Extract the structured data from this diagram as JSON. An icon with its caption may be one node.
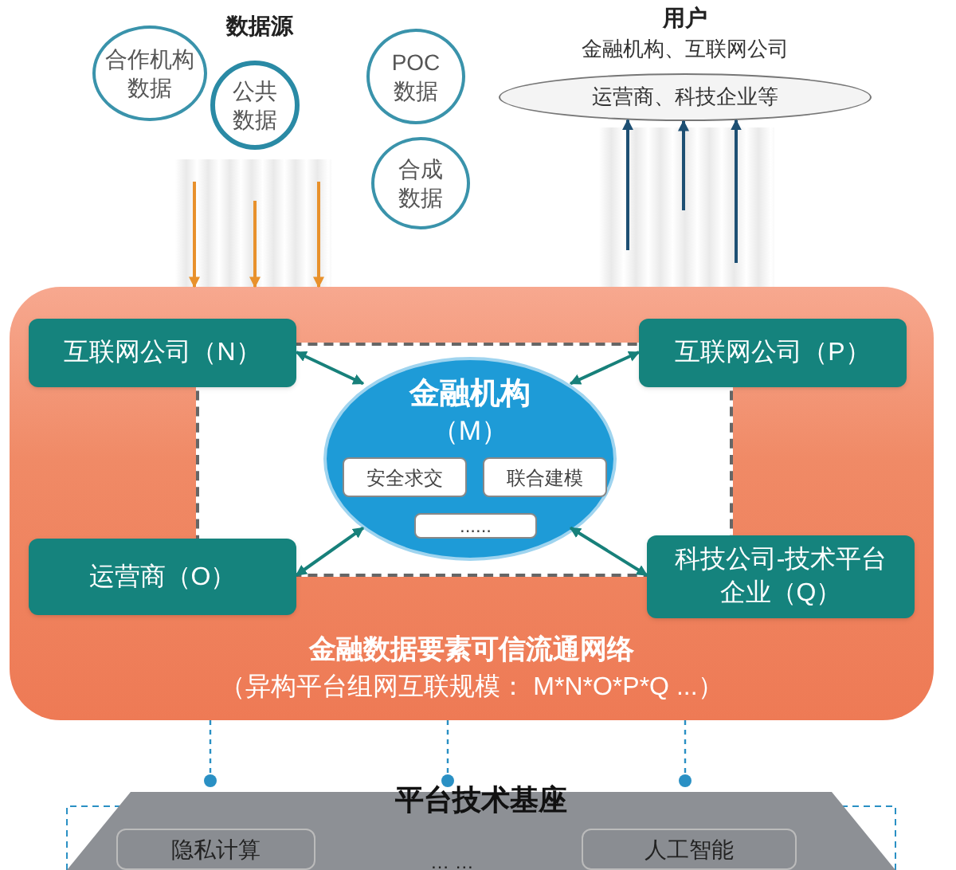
{
  "diagram": {
    "nodes": [
      {
        "text": [
          "合作机构数据"
        ]
      },
      {
        "text": [
          "公共数据"
        ]
      },
      {
        "text": [
          "POC数据"
        ]
      },
      {
        "text": [
          "合成数据"
        ]
      },
      {
        "text": [
          "用户",
          "金融机构、互联网公司",
          "运营商、科技企业等"
        ]
      },
      {
        "text": [
          "金融数据要素可信流通网络",
          "（异构平台组网互联规模： M*N*O*P*Q ...）"
        ]
      },
      {
        "text": [],
        "shape": "box",
        "in": 5
      },
      {
        "text": [
          "互联网公司（N）"
        ],
        "in": 5
      },
      {
        "text": [
          "互联网公司（P）"
        ],
        "in": 5
      },
      {
        "text": [
          "金融机构",
          "（M）"
        ],
        "in": 6
      },
      {
        "text": [
          "安全求交"
        ],
        "in": 9
      },
      {
        "text": [
          "联合建模"
        ],
        "in": 9
      },
      {
        "text": [
          "......"
        ],
        "in": 9
      },
      {
        "text": [
          "运营商（O）"
        ],
        "in": 5
      },
      {
        "text": [
          "科技公司-技术平台企业（Q）"
        ],
        "in": 5
      },
      {
        "text": [
          "平台技术基座"
        ]
      },
      {
        "text": [
          "隐私计算"
        ],
        "in": 15
      },
      {
        "text": [
          "人工智能"
        ],
        "in": 15
      }
    ],
    "edges": [
      {
        "from": 7,
        "to": 9,
        "arrow": "both"
      },
      {
        "from": 8,
        "to": 9,
        "arrow": "both"
      },
      {
        "from": 13,
        "to": 9,
        "arrow": "both"
      },
      {
        "from": 14,
        "to": 9,
        "arrow": "both"
      },
      {
        "from": null,
        "to": 5,
        "arrow": "to",
        "color": "#e8912c"
      },
      {
        "from": null,
        "to": 5,
        "arrow": "to",
        "color": "#e8912c"
      },
      {
        "from": null,
        "to": 5,
        "arrow": "to",
        "color": "#e8912c"
      },
      {
        "from": null,
        "to": 4,
        "arrow": "to",
        "color": "#1d4f73"
      },
      {
        "from": null,
        "to": 4,
        "arrow": "to",
        "color": "#1d4f73"
      },
      {
        "from": null,
        "to": 4,
        "arrow": "to",
        "color": "#1d4f73"
      },
      {
        "from": 5,
        "to": 15,
        "arrow": "other",
        "style": "dashed",
        "color": "#2a90c4"
      },
      {
        "from": 5,
        "to": 15,
        "arrow": "other",
        "style": "dashed",
        "color": "#2a90c4"
      },
      {
        "from": 5,
        "to": 15,
        "arrow": "other",
        "style": "dashed",
        "color": "#2a90c4"
      }
    ],
    "labels": [
      "数据源",
      "… …"
    ]
  }
}
